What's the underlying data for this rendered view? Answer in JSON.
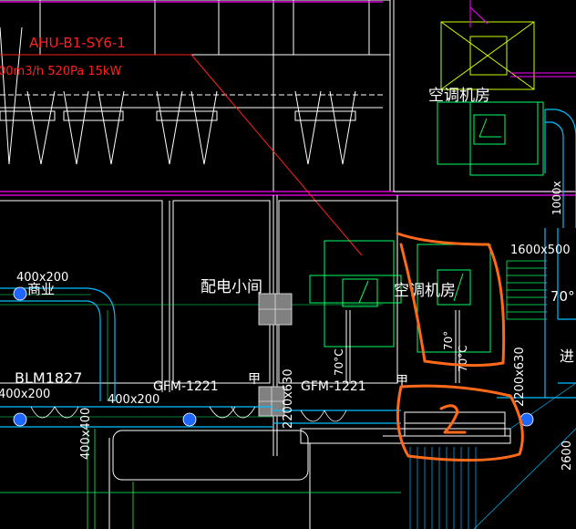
{
  "drawing": {
    "equipment_tag": "AHU-B1-SY6-1",
    "equipment_spec": "00m3/h 520Pa 15kW",
    "room_labels": {
      "ac_room_top": "空调机房",
      "ac_room_mid": "空调机房",
      "electrical_room": "配电小间",
      "commercial": "商业"
    },
    "duct_sizes": {
      "left_top": "400x200",
      "left_mid": "400x200",
      "mid_horizontal": "400x200",
      "left_vertical": "400x400",
      "right_top": "1600x500",
      "right_vertical_top": "1000x",
      "right_vertical": "2200x630",
      "center_vertical": "2200x630"
    },
    "damper_tags": {
      "left": "GFM-1221",
      "right": "GFM-1221"
    },
    "fire_class": {
      "a": "甲",
      "b": "甲"
    },
    "temp_labels": {
      "t1": "70°C",
      "t2": "70°C",
      "t3": "70°",
      "t4": "70°"
    },
    "misc": {
      "blm": "BLM1827",
      "right_partial": "进",
      "dim_2600": "2600",
      "handwritten_mark": "2"
    },
    "colors": {
      "background": "#000000",
      "grid_white": "#ffffff",
      "duct_cyan": "#00bfff",
      "room_green": "#00ff66",
      "equipment_magenta": "#ff00ff",
      "tag_red": "#ff2020",
      "annotation_orange": "#ff6a1a",
      "yellow_green": "#c8ff00",
      "blue_dot": "#1f66ff"
    }
  }
}
